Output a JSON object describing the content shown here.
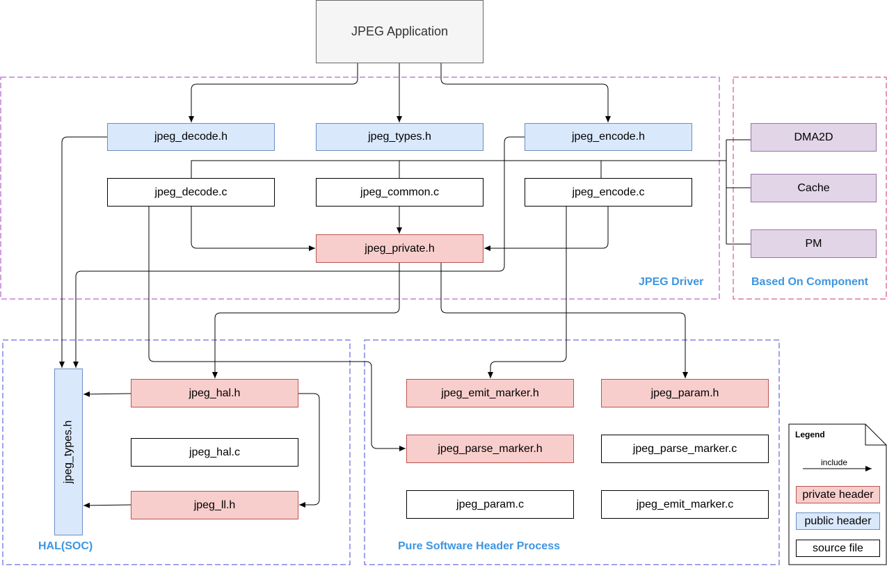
{
  "colors": {
    "public_header": "#dae8fc",
    "private_header": "#f8cecc",
    "source_file": "#ffffff",
    "component": "#e1d5e7",
    "group_label": "#3d95e0"
  },
  "app": {
    "label": "JPEG Application"
  },
  "groups": {
    "driver": "JPEG Driver",
    "component": "Based On Component",
    "hal": "HAL(SOC)",
    "software": "Pure Software Header Process"
  },
  "driver": {
    "decode_h": "jpeg_decode.h",
    "types_h": "jpeg_types.h",
    "encode_h": "jpeg_encode.h",
    "decode_c": "jpeg_decode.c",
    "common_c": "jpeg_common.c",
    "encode_c": "jpeg_encode.c",
    "private_h": "jpeg_private.h"
  },
  "components": {
    "dma2d": "DMA2D",
    "cache": "Cache",
    "pm": "PM"
  },
  "hal": {
    "types_h": "jpeg_types.h",
    "hal_h": "jpeg_hal.h",
    "hal_c": "jpeg_hal.c",
    "ll_h": "jpeg_ll.h"
  },
  "software": {
    "emit_marker_h": "jpeg_emit_marker.h",
    "param_h": "jpeg_param.h",
    "parse_marker_h": "jpeg_parse_marker.h",
    "parse_marker_c": "jpeg_parse_marker.c",
    "param_c": "jpeg_param.c",
    "emit_marker_c": "jpeg_emit_marker.c"
  },
  "legend": {
    "title": "Legend",
    "include": "include",
    "private_header": "private header",
    "public_header": "public header",
    "source_file": "source file"
  }
}
